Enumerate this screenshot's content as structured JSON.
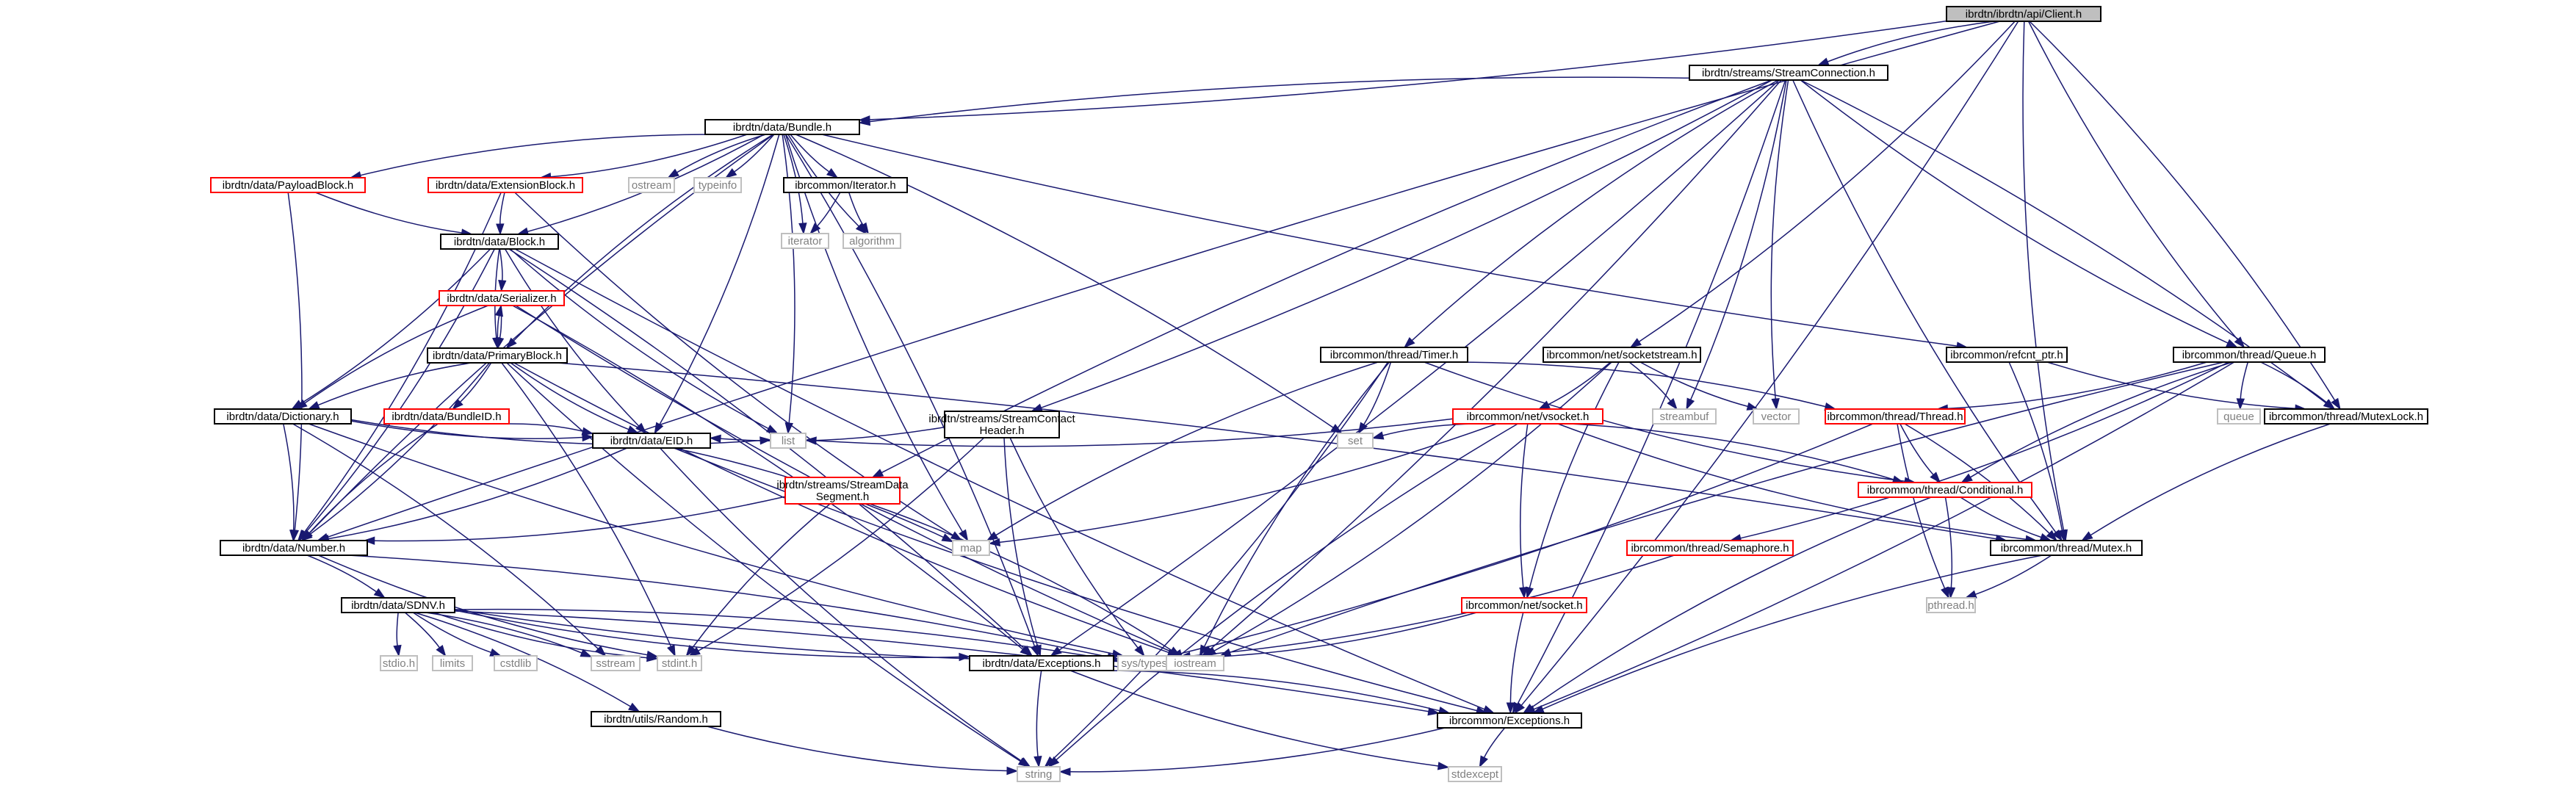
{
  "colors": {
    "edge": "#191970",
    "focus_fill": "#bfbfbf",
    "focus_border": "#000000",
    "node_fill": "#ffffff",
    "node_border": "#000000",
    "missing_border": "#ff0000",
    "system_border": "#bfbfbf",
    "system_text": "#808080",
    "text": "#000000"
  },
  "nodes": [
    {
      "id": "client",
      "lines": [
        "ibrdtn/ibrdtn/api/Client.h"
      ],
      "kind": "focus"
    },
    {
      "id": "streamconnection",
      "lines": [
        "ibrdtn/streams/StreamConnection.h"
      ],
      "kind": "normal"
    },
    {
      "id": "bundle",
      "lines": [
        "ibrdtn/data/Bundle.h"
      ],
      "kind": "normal"
    },
    {
      "id": "payloadblock",
      "lines": [
        "ibrdtn/data/PayloadBlock.h"
      ],
      "kind": "missing"
    },
    {
      "id": "extensionblock",
      "lines": [
        "ibrdtn/data/ExtensionBlock.h"
      ],
      "kind": "missing"
    },
    {
      "id": "ostream",
      "lines": [
        "ostream"
      ],
      "kind": "system"
    },
    {
      "id": "typeinfo",
      "lines": [
        "typeinfo"
      ],
      "kind": "system"
    },
    {
      "id": "ibrcommon_iterator",
      "lines": [
        "ibrcommon/Iterator.h"
      ],
      "kind": "normal"
    },
    {
      "id": "iterator",
      "lines": [
        "iterator"
      ],
      "kind": "system"
    },
    {
      "id": "algorithm",
      "lines": [
        "algorithm"
      ],
      "kind": "system"
    },
    {
      "id": "block",
      "lines": [
        "ibrdtn/data/Block.h"
      ],
      "kind": "normal"
    },
    {
      "id": "serializer",
      "lines": [
        "ibrdtn/data/Serializer.h"
      ],
      "kind": "missing"
    },
    {
      "id": "primaryblock",
      "lines": [
        "ibrdtn/data/PrimaryBlock.h"
      ],
      "kind": "normal"
    },
    {
      "id": "dictionary",
      "lines": [
        "ibrdtn/data/Dictionary.h"
      ],
      "kind": "normal"
    },
    {
      "id": "bundleid",
      "lines": [
        "ibrdtn/data/BundleID.h"
      ],
      "kind": "missing"
    },
    {
      "id": "eid",
      "lines": [
        "ibrdtn/data/EID.h"
      ],
      "kind": "normal"
    },
    {
      "id": "number",
      "lines": [
        "ibrdtn/data/Number.h"
      ],
      "kind": "normal"
    },
    {
      "id": "sdnv",
      "lines": [
        "ibrdtn/data/SDNV.h"
      ],
      "kind": "normal"
    },
    {
      "id": "stdio",
      "lines": [
        "stdio.h"
      ],
      "kind": "system"
    },
    {
      "id": "limits",
      "lines": [
        "limits"
      ],
      "kind": "system"
    },
    {
      "id": "cstdlib",
      "lines": [
        "cstdlib"
      ],
      "kind": "system"
    },
    {
      "id": "sstream",
      "lines": [
        "sstream"
      ],
      "kind": "system"
    },
    {
      "id": "stdint",
      "lines": [
        "stdint.h"
      ],
      "kind": "system"
    },
    {
      "id": "random",
      "lines": [
        "ibrdtn/utils/Random.h"
      ],
      "kind": "normal"
    },
    {
      "id": "string",
      "lines": [
        "string"
      ],
      "kind": "system"
    },
    {
      "id": "list",
      "lines": [
        "list"
      ],
      "kind": "system"
    },
    {
      "id": "map",
      "lines": [
        "map"
      ],
      "kind": "system"
    },
    {
      "id": "set",
      "lines": [
        "set"
      ],
      "kind": "system"
    },
    {
      "id": "streamcontactheader",
      "lines": [
        "ibrdtn/streams/StreamContact",
        "Header.h"
      ],
      "kind": "normal"
    },
    {
      "id": "streamdatasegment",
      "lines": [
        "ibrdtn/streams/StreamData",
        "Segment.h"
      ],
      "kind": "missing"
    },
    {
      "id": "data_exceptions",
      "lines": [
        "ibrdtn/data/Exceptions.h"
      ],
      "kind": "normal"
    },
    {
      "id": "systypes",
      "lines": [
        "sys/types.h"
      ],
      "kind": "system"
    },
    {
      "id": "iostream",
      "lines": [
        "iostream"
      ],
      "kind": "system"
    },
    {
      "id": "timer",
      "lines": [
        "ibrcommon/thread/Timer.h"
      ],
      "kind": "normal"
    },
    {
      "id": "socketstream",
      "lines": [
        "ibrcommon/net/socketstream.h"
      ],
      "kind": "normal"
    },
    {
      "id": "vsocket",
      "lines": [
        "ibrcommon/net/vsocket.h"
      ],
      "kind": "missing"
    },
    {
      "id": "socket",
      "lines": [
        "ibrcommon/net/socket.h"
      ],
      "kind": "missing"
    },
    {
      "id": "streambuf",
      "lines": [
        "streambuf"
      ],
      "kind": "system"
    },
    {
      "id": "vector",
      "lines": [
        "vector"
      ],
      "kind": "system"
    },
    {
      "id": "refcnt",
      "lines": [
        "ibrcommon/refcnt_ptr.h"
      ],
      "kind": "normal"
    },
    {
      "id": "queue_h",
      "lines": [
        "ibrcommon/thread/Queue.h"
      ],
      "kind": "normal"
    },
    {
      "id": "thread",
      "lines": [
        "ibrcommon/thread/Thread.h"
      ],
      "kind": "missing"
    },
    {
      "id": "queue",
      "lines": [
        "queue"
      ],
      "kind": "system"
    },
    {
      "id": "mutexlock",
      "lines": [
        "ibrcommon/thread/MutexLock.h"
      ],
      "kind": "normal"
    },
    {
      "id": "conditional",
      "lines": [
        "ibrcommon/thread/Conditional.h"
      ],
      "kind": "missing"
    },
    {
      "id": "semaphore",
      "lines": [
        "ibrcommon/thread/Semaphore.h"
      ],
      "kind": "missing"
    },
    {
      "id": "mutex",
      "lines": [
        "ibrcommon/thread/Mutex.h"
      ],
      "kind": "normal"
    },
    {
      "id": "pthread",
      "lines": [
        "pthread.h"
      ],
      "kind": "system"
    },
    {
      "id": "common_exceptions",
      "lines": [
        "ibrcommon/Exceptions.h"
      ],
      "kind": "normal"
    },
    {
      "id": "stdexcept",
      "lines": [
        "stdexcept"
      ],
      "kind": "system"
    }
  ],
  "edges": [
    [
      "client",
      "streamconnection"
    ],
    [
      "client",
      "bundle"
    ],
    [
      "client",
      "number"
    ],
    [
      "client",
      "socketstream"
    ],
    [
      "client",
      "queue_h"
    ],
    [
      "client",
      "mutexlock"
    ],
    [
      "client",
      "mutex"
    ],
    [
      "client",
      "common_exceptions"
    ],
    [
      "streamconnection",
      "bundle"
    ],
    [
      "streamconnection",
      "streamcontactheader"
    ],
    [
      "streamconnection",
      "streamdatasegment"
    ],
    [
      "streamconnection",
      "data_exceptions"
    ],
    [
      "streamconnection",
      "timer"
    ],
    [
      "streamconnection",
      "streambuf"
    ],
    [
      "streamconnection",
      "vector"
    ],
    [
      "streamconnection",
      "iostream"
    ],
    [
      "streamconnection",
      "queue_h"
    ],
    [
      "streamconnection",
      "mutexlock"
    ],
    [
      "streamconnection",
      "mutex"
    ],
    [
      "streamconnection",
      "common_exceptions"
    ],
    [
      "bundle",
      "payloadblock"
    ],
    [
      "bundle",
      "extensionblock"
    ],
    [
      "bundle",
      "ostream"
    ],
    [
      "bundle",
      "typeinfo"
    ],
    [
      "bundle",
      "ibrcommon_iterator"
    ],
    [
      "bundle",
      "iterator"
    ],
    [
      "bundle",
      "algorithm"
    ],
    [
      "bundle",
      "block"
    ],
    [
      "bundle",
      "primaryblock"
    ],
    [
      "bundle",
      "eid"
    ],
    [
      "bundle",
      "number"
    ],
    [
      "bundle",
      "list"
    ],
    [
      "bundle",
      "map"
    ],
    [
      "bundle",
      "set"
    ],
    [
      "bundle",
      "refcnt"
    ],
    [
      "bundle",
      "data_exceptions"
    ],
    [
      "payloadblock",
      "block"
    ],
    [
      "payloadblock",
      "number"
    ],
    [
      "extensionblock",
      "block"
    ],
    [
      "extensionblock",
      "number"
    ],
    [
      "extensionblock",
      "map"
    ],
    [
      "ibrcommon_iterator",
      "iterator"
    ],
    [
      "ibrcommon_iterator",
      "algorithm"
    ],
    [
      "block",
      "serializer"
    ],
    [
      "block",
      "primaryblock"
    ],
    [
      "block",
      "dictionary"
    ],
    [
      "block",
      "eid"
    ],
    [
      "block",
      "number"
    ],
    [
      "block",
      "list"
    ],
    [
      "block",
      "data_exceptions"
    ],
    [
      "block",
      "common_exceptions"
    ],
    [
      "serializer",
      "primaryblock"
    ],
    [
      "serializer",
      "dictionary"
    ],
    [
      "serializer",
      "data_exceptions"
    ],
    [
      "serializer",
      "iostream"
    ],
    [
      "primaryblock",
      "serializer"
    ],
    [
      "primaryblock",
      "dictionary"
    ],
    [
      "primaryblock",
      "bundleid"
    ],
    [
      "primaryblock",
      "eid"
    ],
    [
      "primaryblock",
      "number"
    ],
    [
      "primaryblock",
      "string"
    ],
    [
      "primaryblock",
      "stdint"
    ],
    [
      "primaryblock",
      "iostream"
    ],
    [
      "primaryblock",
      "mutex"
    ],
    [
      "dictionary",
      "eid"
    ],
    [
      "dictionary",
      "number"
    ],
    [
      "dictionary",
      "list"
    ],
    [
      "dictionary",
      "sstream"
    ],
    [
      "dictionary",
      "systypes"
    ],
    [
      "bundleid",
      "eid"
    ],
    [
      "bundleid",
      "number"
    ],
    [
      "eid",
      "number"
    ],
    [
      "eid",
      "string"
    ],
    [
      "eid",
      "map"
    ],
    [
      "eid",
      "common_exceptions"
    ],
    [
      "number",
      "sdnv"
    ],
    [
      "number",
      "stdint"
    ],
    [
      "number",
      "systypes"
    ],
    [
      "sdnv",
      "stdio"
    ],
    [
      "sdnv",
      "limits"
    ],
    [
      "sdnv",
      "cstdlib"
    ],
    [
      "sdnv",
      "sstream"
    ],
    [
      "sdnv",
      "stdint"
    ],
    [
      "sdnv",
      "random"
    ],
    [
      "sdnv",
      "data_exceptions"
    ],
    [
      "sdnv",
      "systypes"
    ],
    [
      "sdnv",
      "iostream"
    ],
    [
      "sdnv",
      "common_exceptions"
    ],
    [
      "random",
      "string"
    ],
    [
      "streamcontactheader",
      "eid"
    ],
    [
      "streamcontactheader",
      "data_exceptions"
    ],
    [
      "streamcontactheader",
      "stdint"
    ],
    [
      "streamcontactheader",
      "systypes"
    ],
    [
      "streamdatasegment",
      "number"
    ],
    [
      "streamdatasegment",
      "stdint"
    ],
    [
      "streamdatasegment",
      "iostream"
    ],
    [
      "data_exceptions",
      "string"
    ],
    [
      "data_exceptions",
      "common_exceptions"
    ],
    [
      "data_exceptions",
      "stdexcept"
    ],
    [
      "timer",
      "thread"
    ],
    [
      "timer",
      "conditional"
    ],
    [
      "timer",
      "set"
    ],
    [
      "timer",
      "map"
    ],
    [
      "timer",
      "string"
    ],
    [
      "timer",
      "iostream"
    ],
    [
      "socketstream",
      "vsocket"
    ],
    [
      "socketstream",
      "socket"
    ],
    [
      "socketstream",
      "streambuf"
    ],
    [
      "socketstream",
      "vector"
    ],
    [
      "socketstream",
      "iostream"
    ],
    [
      "vsocket",
      "socket"
    ],
    [
      "vsocket",
      "list"
    ],
    [
      "vsocket",
      "set"
    ],
    [
      "vsocket",
      "map"
    ],
    [
      "vsocket",
      "string"
    ],
    [
      "vsocket",
      "conditional"
    ],
    [
      "vsocket",
      "mutex"
    ],
    [
      "socket",
      "systypes"
    ],
    [
      "socket",
      "common_exceptions"
    ],
    [
      "refcnt",
      "mutex"
    ],
    [
      "refcnt",
      "mutexlock"
    ],
    [
      "queue_h",
      "thread"
    ],
    [
      "queue_h",
      "conditional"
    ],
    [
      "queue_h",
      "semaphore"
    ],
    [
      "queue_h",
      "queue"
    ],
    [
      "queue_h",
      "mutexlock"
    ],
    [
      "queue_h",
      "iostream"
    ],
    [
      "queue_h",
      "common_exceptions"
    ],
    [
      "thread",
      "conditional"
    ],
    [
      "thread",
      "mutex"
    ],
    [
      "thread",
      "pthread"
    ],
    [
      "thread",
      "systypes"
    ],
    [
      "conditional",
      "mutex"
    ],
    [
      "conditional",
      "pthread"
    ],
    [
      "conditional",
      "common_exceptions"
    ],
    [
      "semaphore",
      "systypes"
    ],
    [
      "mutexlock",
      "mutex"
    ],
    [
      "mutex",
      "pthread"
    ],
    [
      "mutex",
      "common_exceptions"
    ],
    [
      "common_exceptions",
      "string"
    ],
    [
      "common_exceptions",
      "stdexcept"
    ]
  ]
}
